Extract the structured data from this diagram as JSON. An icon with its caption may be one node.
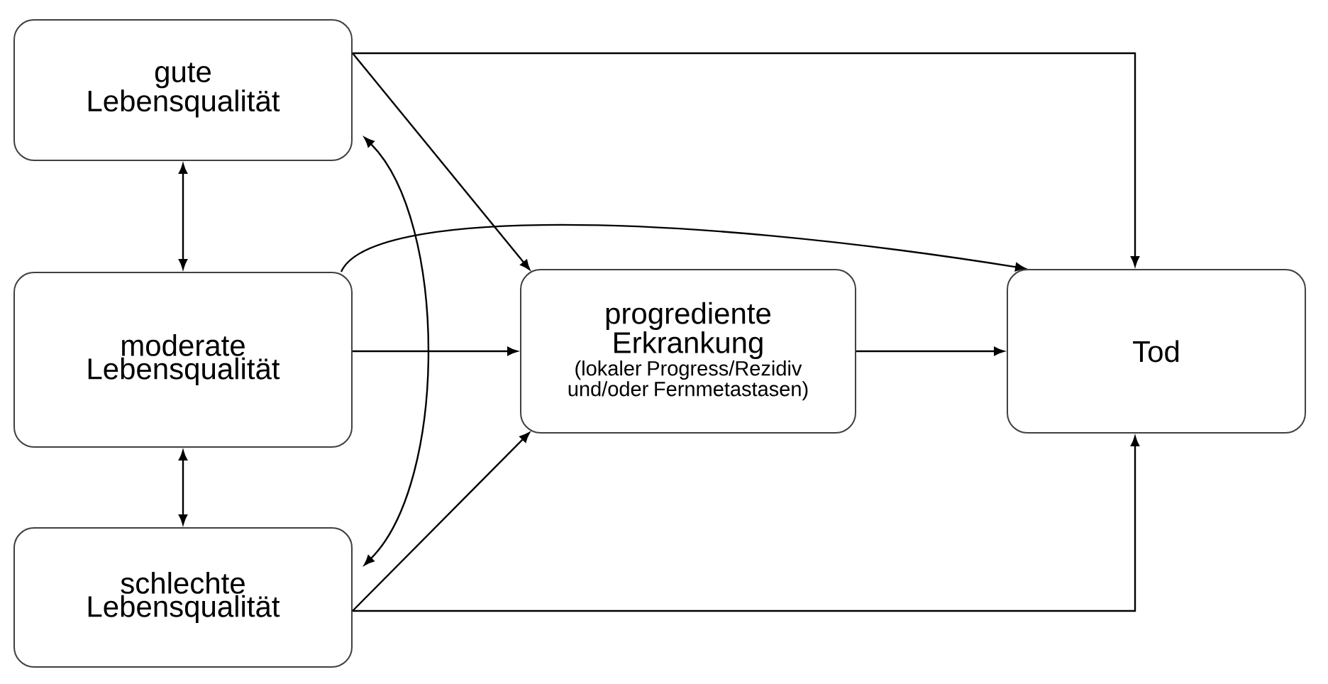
{
  "diagram": {
    "nodes": [
      {
        "text": [
          "gute Lebensqualität"
        ]
      },
      {
        "text": [
          "moderate Lebensqualität"
        ]
      },
      {
        "text": [
          "schlechte Lebensqualität"
        ]
      },
      {
        "text": [
          "progrediente Erkrankung",
          "(lokaler Progress/Rezidiv und/oder Fernmetastasen)"
        ]
      },
      {
        "text": [
          "Tod"
        ]
      }
    ],
    "edges": [
      {
        "from": 0,
        "to": 1,
        "arrow": "both"
      },
      {
        "from": 1,
        "to": 2,
        "arrow": "both"
      },
      {
        "from": 0,
        "to": 3,
        "arrow": "to"
      },
      {
        "from": 1,
        "to": 3,
        "arrow": "to"
      },
      {
        "from": 2,
        "to": 3,
        "arrow": "to"
      },
      {
        "from": 0,
        "to": 4,
        "arrow": "to"
      },
      {
        "from": 1,
        "to": 4,
        "arrow": "to"
      },
      {
        "from": 3,
        "to": 4,
        "arrow": "to"
      },
      {
        "from": 2,
        "to": 4,
        "arrow": "to"
      },
      {
        "from": 0,
        "to": 2,
        "arrow": "both"
      }
    ]
  }
}
